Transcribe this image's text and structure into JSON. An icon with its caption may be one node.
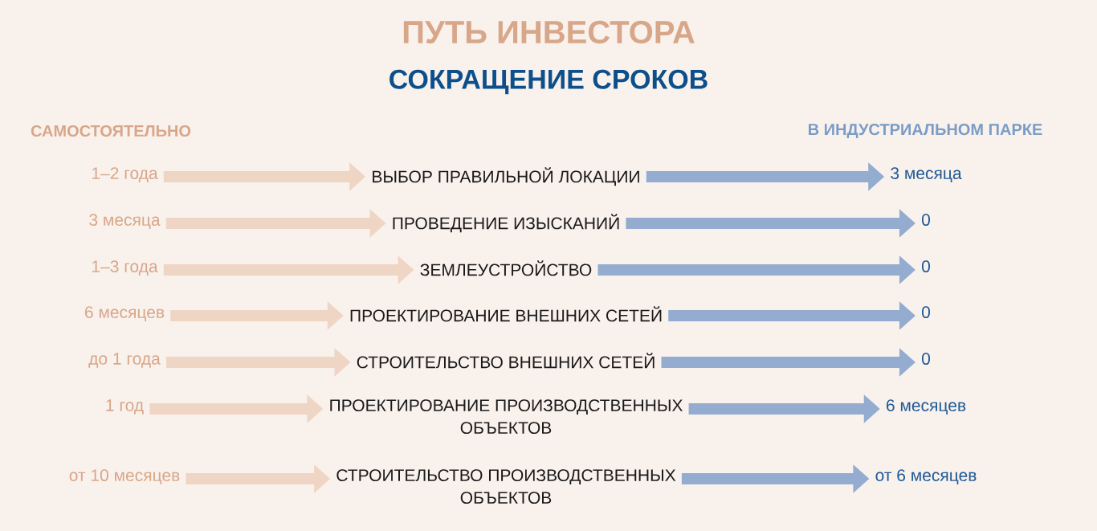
{
  "diagram": {
    "title": "ПУТЬ ИНВЕСТОРА",
    "nodes": [
      {
        "text": [
          "1–2 года"
        ]
      },
      {
        "text": [
          "ВЫБОР ПРАВИЛЬНОЙ ЛОКАЦИИ"
        ]
      },
      {
        "text": [
          "3 месяца"
        ]
      },
      {
        "text": [
          "3 месяца"
        ]
      },
      {
        "text": [
          "ПРОВЕДЕНИЕ ИЗЫСКАНИЙ"
        ]
      },
      {
        "text": [
          "0"
        ]
      },
      {
        "text": [
          "1–3 года"
        ]
      },
      {
        "text": [
          "ЗЕМЛЕУСТРОЙСТВО"
        ]
      },
      {
        "text": [
          "0"
        ]
      },
      {
        "text": [
          "6 месяцев"
        ]
      },
      {
        "text": [
          "ПРОЕКТИРОВАНИЕ ВНЕШНИХ СЕТЕЙ"
        ]
      },
      {
        "text": [
          "0"
        ]
      },
      {
        "text": [
          "до 1 года"
        ]
      },
      {
        "text": [
          "СТРОИТЕЛЬСТВО ВНЕШНИХ СЕТЕЙ"
        ]
      },
      {
        "text": [
          "0"
        ]
      },
      {
        "text": [
          "1 год"
        ]
      },
      {
        "text": [
          "ПРОЕКТИРОВАНИЕ ПРОИЗВОДСТВЕННЫХ ОБЪЕКТОВ"
        ]
      },
      {
        "text": [
          "6 месяцев"
        ]
      },
      {
        "text": [
          "от 10 месяцев"
        ]
      },
      {
        "text": [
          "СТРОИТЕЛЬСТВО ПРОИЗВОДСТВЕННЫХ ОБЪЕКТОВ"
        ]
      },
      {
        "text": [
          "от 6 месяцев"
        ]
      }
    ],
    "edges": [
      {
        "from": 0,
        "to": 1,
        "arrow": "to",
        "color": "#efd5c4"
      },
      {
        "from": 1,
        "to": 2,
        "arrow": "to",
        "color": "#93acd0"
      },
      {
        "from": 3,
        "to": 4,
        "arrow": "to",
        "color": "#efd5c4"
      },
      {
        "from": 4,
        "to": 5,
        "arrow": "to",
        "color": "#93acd0"
      },
      {
        "from": 6,
        "to": 7,
        "arrow": "to",
        "color": "#efd5c4"
      },
      {
        "from": 7,
        "to": 8,
        "arrow": "to",
        "color": "#93acd0"
      },
      {
        "from": 9,
        "to": 10,
        "arrow": "to",
        "color": "#efd5c4"
      },
      {
        "from": 10,
        "to": 11,
        "arrow": "to",
        "color": "#93acd0"
      },
      {
        "from": 12,
        "to": 13,
        "arrow": "to",
        "color": "#efd5c4"
      },
      {
        "from": 13,
        "to": 14,
        "arrow": "to",
        "color": "#93acd0"
      },
      {
        "from": 15,
        "to": 16,
        "arrow": "to",
        "color": "#efd5c4"
      },
      {
        "from": 16,
        "to": 17,
        "arrow": "to",
        "color": "#93acd0"
      },
      {
        "from": 18,
        "to": 19,
        "arrow": "to",
        "color": "#efd5c4"
      },
      {
        "from": 19,
        "to": 20,
        "arrow": "to",
        "color": "#93acd0"
      }
    ],
    "labels": [
      "СОКРАЩЕНИЕ СРОКОВ",
      "САМОСТОЯТЕЛЬНО",
      "В ИНДУСТРИАЛЬНОМ ПАРКЕ"
    ]
  }
}
